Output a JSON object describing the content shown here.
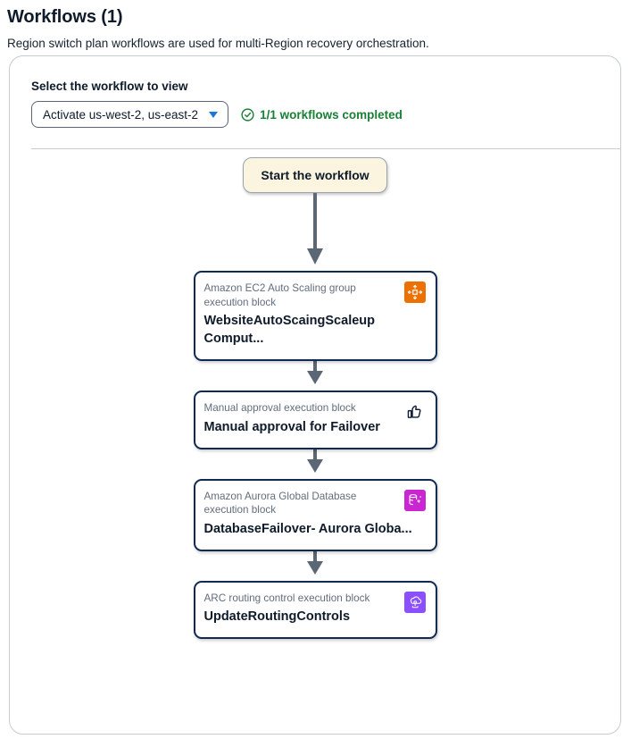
{
  "header": {
    "title": "Workflows (1)",
    "description": "Region switch plan workflows are used for multi-Region recovery orchestration."
  },
  "selector": {
    "label": "Select the workflow to view",
    "selected_value": "Activate us-west-2, us-east-2",
    "caret_icon": "chevron-down-icon",
    "status_icon": "check-circle-icon",
    "status_text": "1/1 workflows completed",
    "status_color": "#1a7f37"
  },
  "graph": {
    "start_node_label": "Start the workflow",
    "start_node_bg": "#fbf5e0",
    "arrow_color": "#5c6775",
    "card_border_color": "#102a54",
    "nodes": [
      {
        "subtitle": "Amazon EC2 Auto Scaling group execution block",
        "title": "WebsiteAutoScaingScaleup Comput...",
        "icon": "ec2-auto-scaling-icon",
        "icon_bg": "#ed7100"
      },
      {
        "subtitle": "Manual approval execution block",
        "title": "Manual approval for Failover",
        "icon": "thumbs-up-icon",
        "icon_bg": "transparent"
      },
      {
        "subtitle": "Amazon Aurora Global Database execution block",
        "title": "DatabaseFailover- Aurora Globa...",
        "icon": "aurora-global-database-icon",
        "icon_bg": "#c925d1"
      },
      {
        "subtitle": "ARC routing control execution block",
        "title": "UpdateRoutingControls",
        "icon": "arc-routing-control-icon",
        "icon_bg": "#8c4fff"
      }
    ]
  }
}
